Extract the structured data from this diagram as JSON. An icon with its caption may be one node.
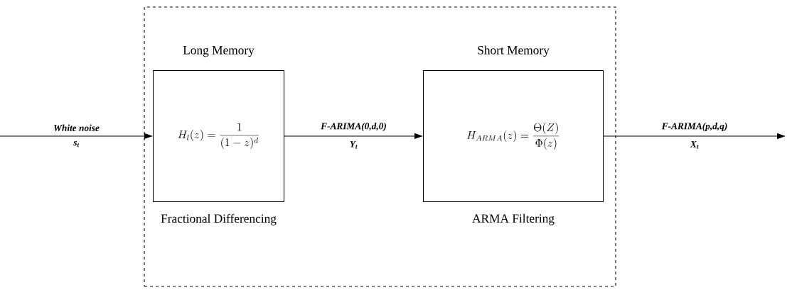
{
  "diagram": {
    "nodes": [
      {
        "text": [],
        "shape": "box"
      },
      {
        "text": [
          "Long Memory",
          "H_{l}(z)=\\frac{1}{(1-z)^{d}}",
          "Fractional Differencing"
        ],
        "in": 0
      },
      {
        "text": [
          "Short Memory",
          "H_{ARMA}(z)=\\frac{\\Theta(Z)}{\\Phi(z)}",
          "ARMA Filtering"
        ],
        "in": 0
      }
    ],
    "edges": [
      {
        "from": null,
        "to": 1,
        "arrow": "to",
        "label": "White noise"
      },
      {
        "from": 1,
        "to": 2,
        "arrow": "to",
        "label": "F-ARIMA(0,d,0)"
      },
      {
        "from": 2,
        "to": null,
        "arrow": "to",
        "label": "F-ARIMA(p,d,q)"
      }
    ],
    "labels": [
      "s$_{t}$",
      "Y$_{t}$",
      "X$_{t}$"
    ]
  }
}
